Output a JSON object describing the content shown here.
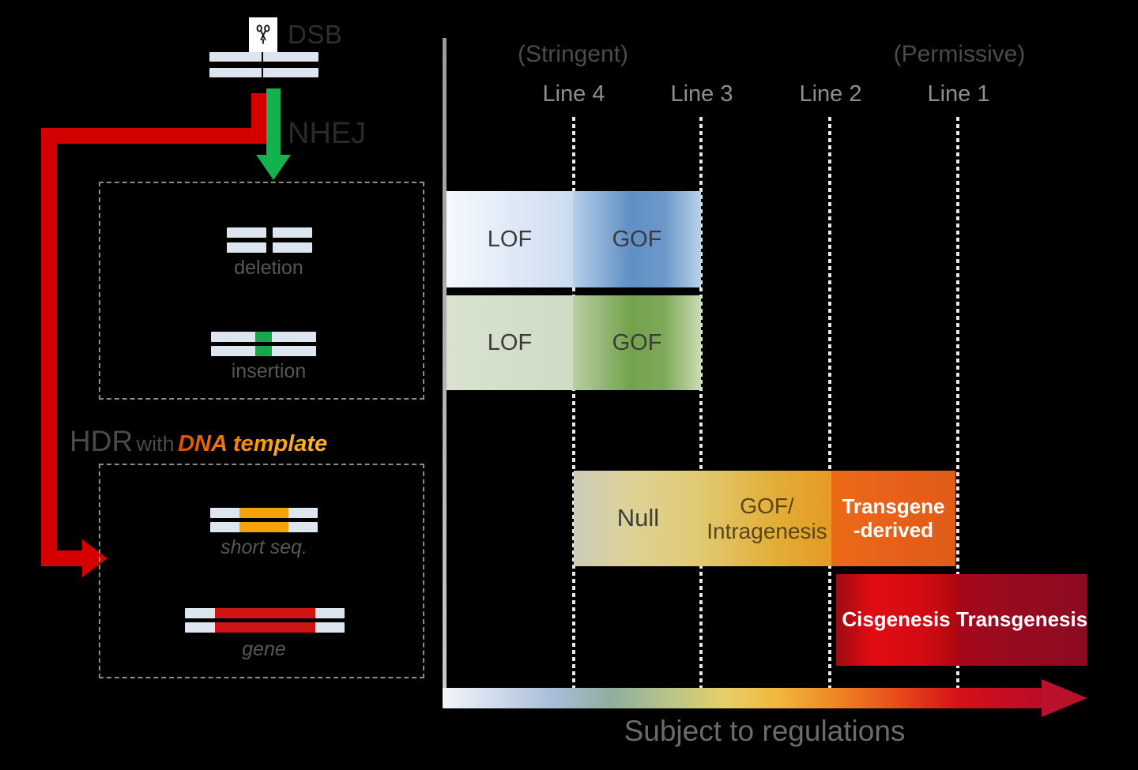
{
  "left_panel": {
    "dsb_label": "DSB",
    "scissors_icon": "scissors-icon",
    "nhej_label": "NHEJ",
    "nhej_box": {
      "deletion_label": "deletion",
      "insertion_label": "insertion"
    },
    "hdr_prefix": "HDR",
    "hdr_with": "with",
    "hdr_template": "DNA template",
    "hdr_box": {
      "short_seq_label": "short seq.",
      "gene_label": "gene"
    }
  },
  "right_panel": {
    "headers": {
      "stringent": "(Stringent)",
      "permissive": "(Permissive)"
    },
    "lines": [
      {
        "label": "Line 4"
      },
      {
        "label": "Line 3"
      },
      {
        "label": "Line 2"
      },
      {
        "label": "Line 1"
      }
    ],
    "bars": {
      "blue": {
        "cells": [
          "LOF",
          "GOF"
        ]
      },
      "green": {
        "cells": [
          "LOF",
          "GOF"
        ]
      },
      "orange": {
        "cells": [
          "Null",
          "GOF/\nIntragenesis",
          "Transgene\n-derived"
        ],
        "cell1": "Null",
        "cell2_line1": "GOF/",
        "cell2_line2": "Intragenesis",
        "cell3_line1": "Transgene",
        "cell3_line2": "-derived"
      },
      "red": {
        "cell1": "Cisgenesis",
        "cell2": "Transgenesis"
      }
    },
    "caption": "Subject to regulations"
  },
  "colors": {
    "background": "#000000",
    "dna_strand": "#dde6ef",
    "insertion_green": "#17a84a",
    "nhej_arrow_green": "#14b14f",
    "hdr_arrow_red": "#d40000",
    "short_seq_orange": "#f5a30d",
    "gene_red": "#cf1414",
    "dna_template_text": "#f0820a",
    "blue_bar": "#5f8fc4",
    "green_bar": "#74a24c",
    "orange_bar": "#eb6a16",
    "red_bar": "#d40b12",
    "dotted_line": "#e8e8e8",
    "label_grey": "#8e8e8e"
  }
}
